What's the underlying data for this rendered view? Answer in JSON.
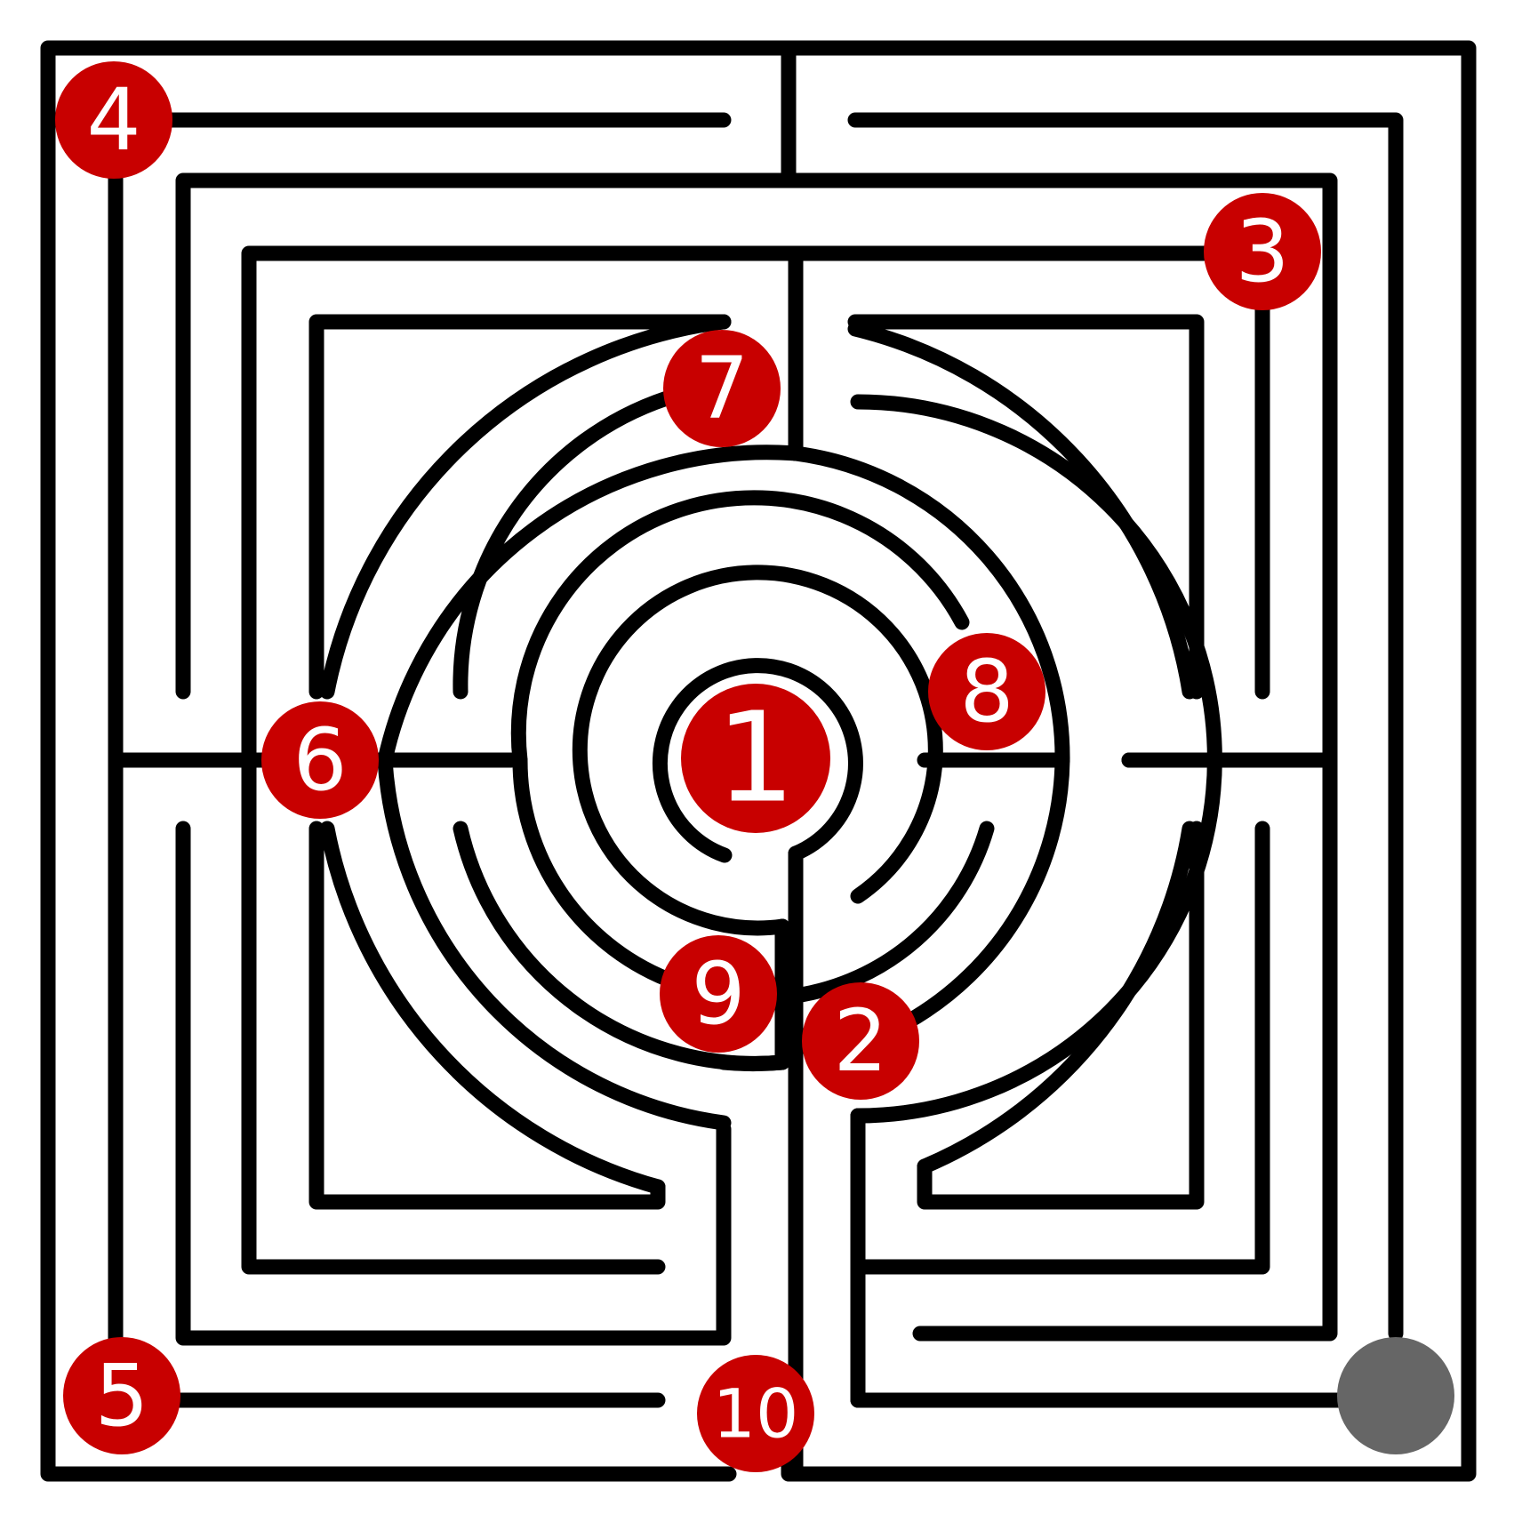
{
  "markers": [
    {
      "id": "1",
      "label": "1"
    },
    {
      "id": "2",
      "label": "2"
    },
    {
      "id": "3",
      "label": "3"
    },
    {
      "id": "4",
      "label": "4"
    },
    {
      "id": "5",
      "label": "5"
    },
    {
      "id": "6",
      "label": "6"
    },
    {
      "id": "7",
      "label": "7"
    },
    {
      "id": "8",
      "label": "8"
    },
    {
      "id": "9",
      "label": "9"
    },
    {
      "id": "10",
      "label": "10"
    }
  ],
  "colors": {
    "wall": "#000000",
    "marker": "#c80000",
    "marker_text": "#ffffff",
    "end_marker": "#666666",
    "background": "#ffffff"
  }
}
